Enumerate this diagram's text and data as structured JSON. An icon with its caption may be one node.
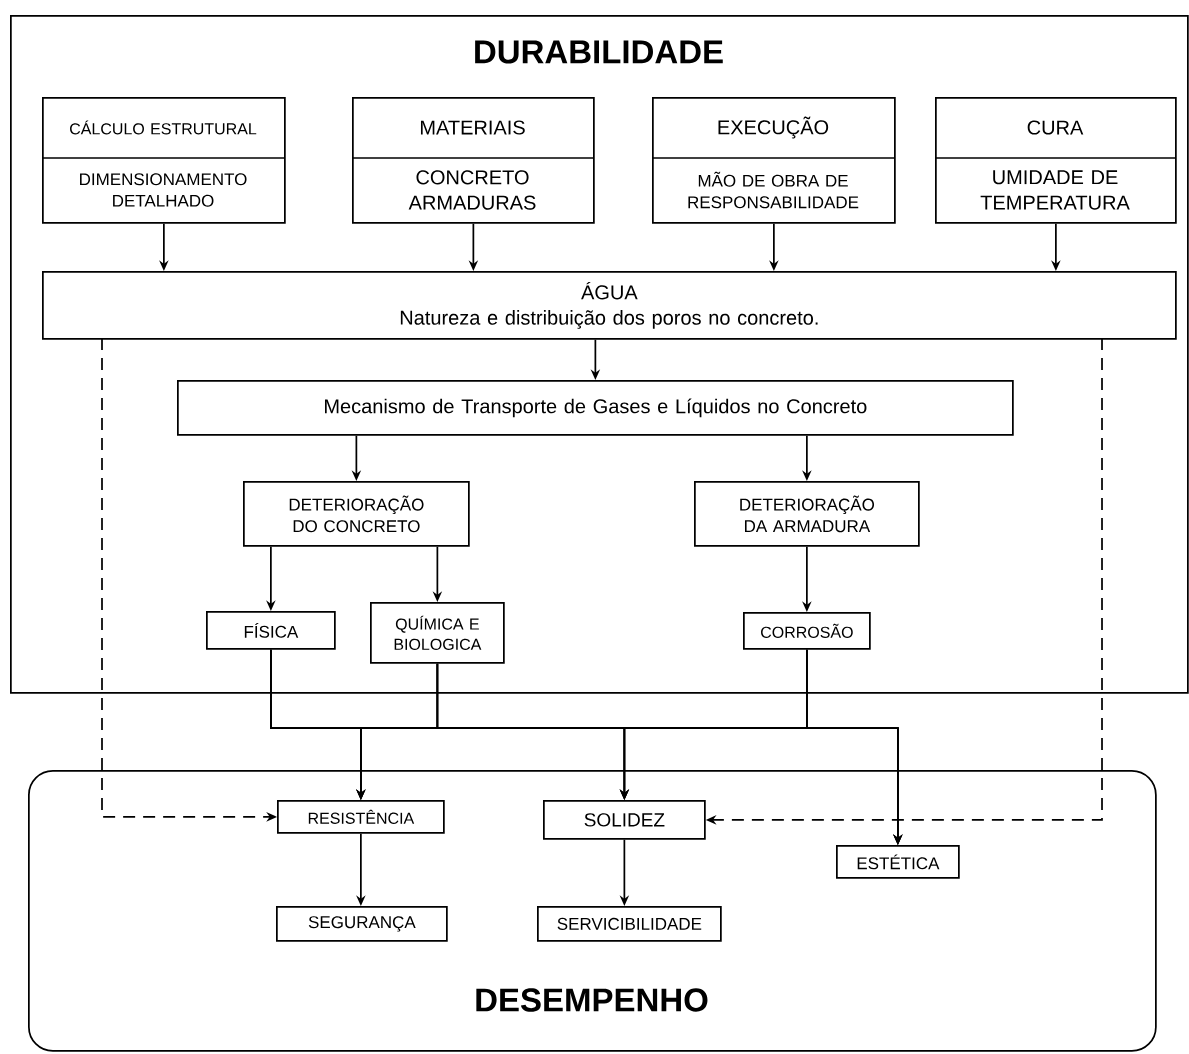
{
  "diagram": {
    "nodes": [
      {
        "text": [
          "DURABILIDADE"
        ]
      },
      {
        "text": [
          "CÁLCULO ESTRUTURAL",
          "DIMENSIONAMENTO DETALHADO"
        ],
        "in": 0
      },
      {
        "text": [
          "MATERIAIS",
          "CONCRETO ARMADURAS"
        ],
        "in": 0
      },
      {
        "text": [
          "EXECUÇÃO",
          "MÃO DE OBRA DE RESPONSABILIDADE"
        ],
        "in": 0
      },
      {
        "text": [
          "CURA",
          "UMIDADE DE TEMPERATURA"
        ],
        "in": 0
      },
      {
        "text": [
          "ÁGUA",
          "Natureza e distribuição dos poros no concreto."
        ],
        "in": 0
      },
      {
        "text": [
          "Mecanismo de Transporte de Gases e Líquidos no Concreto"
        ],
        "in": 0
      },
      {
        "text": [
          "DETERIORAÇÃO DO CONCRETO"
        ],
        "in": 0
      },
      {
        "text": [
          "DETERIORAÇÃO DA ARMADURA"
        ],
        "in": 0
      },
      {
        "text": [
          "FÍSICA"
        ],
        "in": 0
      },
      {
        "text": [
          "QUÍMICA E BIOLOGICA"
        ],
        "in": 0
      },
      {
        "text": [
          "CORROSÃO"
        ],
        "in": 0
      },
      {
        "text": [
          "DESEMPENHO"
        ]
      },
      {
        "text": [
          "RESISTÊNCIA"
        ],
        "in": 12
      },
      {
        "text": [
          "SOLIDEZ"
        ],
        "in": 12
      },
      {
        "text": [
          "ESTÉTICA"
        ],
        "in": 12
      },
      {
        "text": [
          "SEGURANÇA"
        ],
        "in": 12
      },
      {
        "text": [
          "SERVICIBILIDADE"
        ],
        "in": 12
      }
    ],
    "edges": [
      {
        "from": 1,
        "to": 5,
        "arrow": "to"
      },
      {
        "from": 2,
        "to": 5,
        "arrow": "to"
      },
      {
        "from": 3,
        "to": 5,
        "arrow": "to"
      },
      {
        "from": 4,
        "to": 5,
        "arrow": "to"
      },
      {
        "from": 5,
        "to": 6,
        "arrow": "to"
      },
      {
        "from": 6,
        "to": 7,
        "arrow": "to"
      },
      {
        "from": 6,
        "to": 8,
        "arrow": "to"
      },
      {
        "from": 7,
        "to": 9,
        "arrow": "to"
      },
      {
        "from": 7,
        "to": 10,
        "arrow": "to"
      },
      {
        "from": 8,
        "to": 11,
        "arrow": "to"
      },
      {
        "from": 9,
        "to": 13,
        "arrow": "to"
      },
      {
        "from": 9,
        "to": 14,
        "arrow": "to"
      },
      {
        "from": 9,
        "to": 15,
        "arrow": "to"
      },
      {
        "from": 10,
        "to": 13,
        "arrow": "to"
      },
      {
        "from": 10,
        "to": 14,
        "arrow": "to"
      },
      {
        "from": 10,
        "to": 15,
        "arrow": "to"
      },
      {
        "from": 11,
        "to": 13,
        "arrow": "to"
      },
      {
        "from": 11,
        "to": 14,
        "arrow": "to"
      },
      {
        "from": 11,
        "to": 15,
        "arrow": "to"
      },
      {
        "from": 5,
        "to": 13,
        "arrow": "to",
        "style": "dashed"
      },
      {
        "from": 5,
        "to": 14,
        "arrow": "to",
        "style": "dashed"
      },
      {
        "from": 13,
        "to": 16,
        "arrow": "to"
      },
      {
        "from": 14,
        "to": 17,
        "arrow": "to"
      }
    ]
  }
}
